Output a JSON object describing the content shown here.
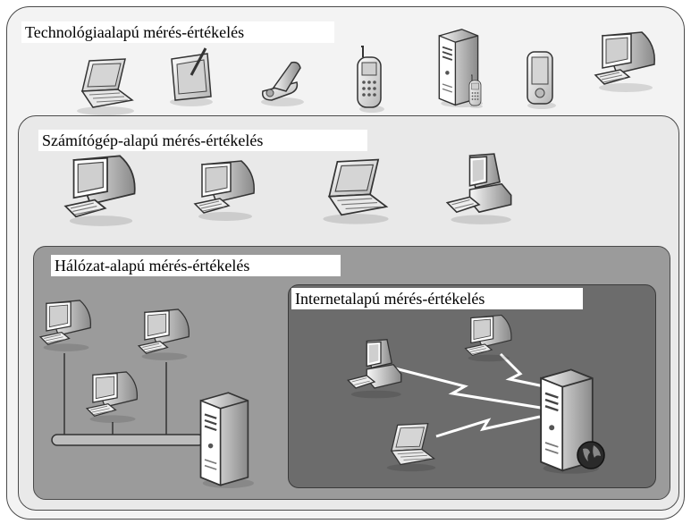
{
  "colors": {
    "outer_fill": "#f3f3f3",
    "computer_fill": "#e9e9e9",
    "network_fill": "#9b9b9b",
    "internet_fill": "#6c6c6c",
    "border": "#4a4a4a"
  },
  "diagram": {
    "technology": {
      "label": "Technológiaalapú mérés-értékelés",
      "devices": [
        "laptop-icon",
        "tablet-pen-icon",
        "flip-phone-icon",
        "mobile-phone-icon",
        "server-with-phone-icon",
        "pda-icon",
        "desktop-monitor-icon"
      ]
    },
    "computer": {
      "label": "Számítógép-alapú mérés-értékelés",
      "devices": [
        "crt-monitor-keyboard-icon",
        "small-monitor-keyboard-icon",
        "laptop-icon",
        "desktop-pc-icon"
      ]
    },
    "network": {
      "label": "Hálózat-alapú mérés-értékelés",
      "devices": [
        "workstation-icon",
        "workstation-icon",
        "workstation-icon",
        "server-icon"
      ]
    },
    "internet": {
      "label": "Internetalapú mérés-értékelés",
      "devices": [
        "desktop-pc-icon",
        "workstation-icon",
        "laptop-icon",
        "web-server-icon"
      ]
    }
  }
}
